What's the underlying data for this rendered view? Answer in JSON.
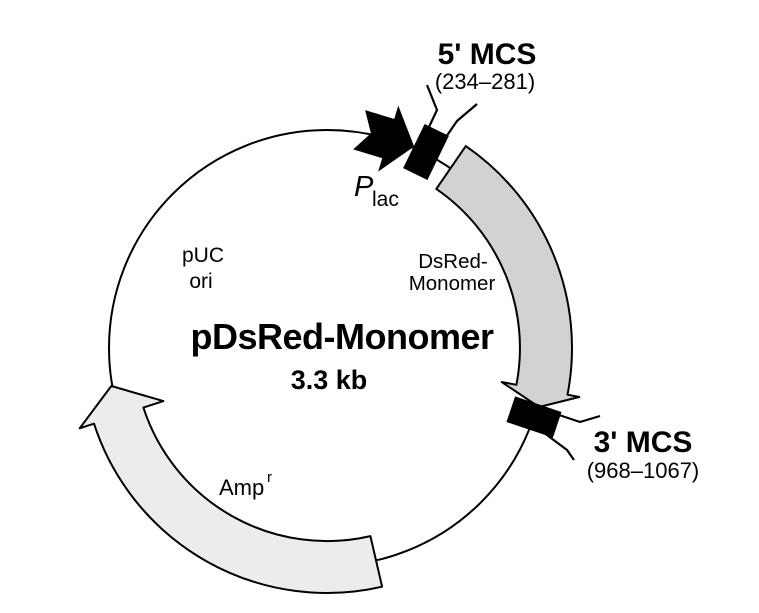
{
  "plasmid": {
    "name": "pDsRed-Monomer",
    "size": "3.3 kb",
    "five_mcs": {
      "label": "5' MCS",
      "range": "(234–281)"
    },
    "three_mcs": {
      "label": "3' MCS",
      "range": "(968–1067)"
    },
    "promoter": {
      "symbol": "P",
      "subscript": "lac"
    },
    "gene": {
      "line1": "DsRed-",
      "line2": "Monomer"
    },
    "origin": {
      "line1": "pUC",
      "line2": "ori"
    },
    "resistance": {
      "label": "Amp",
      "superscript": "r"
    },
    "colors": {
      "gene_arrow_fill": "#d2d2d2",
      "resistance_arrow_fill": "#ececec",
      "feature_fill": "#000000",
      "line": "#000000",
      "background": "#ffffff"
    }
  }
}
